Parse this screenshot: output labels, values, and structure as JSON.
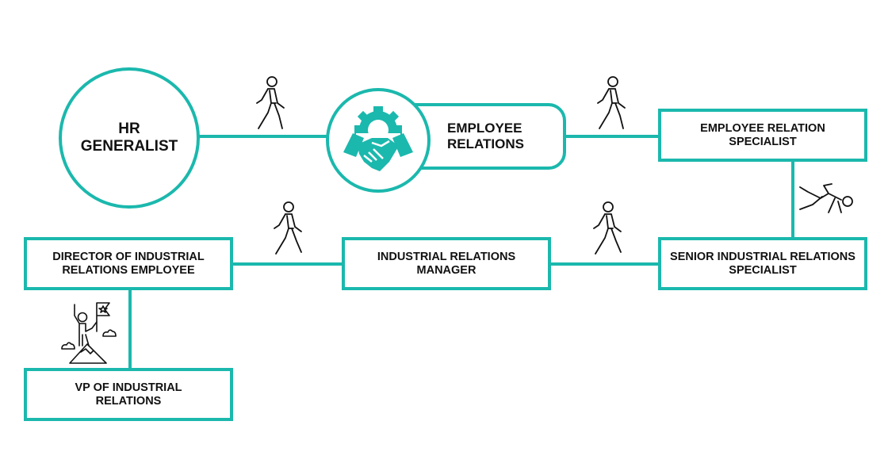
{
  "colors": {
    "accent": "#1bb8ad",
    "text": "#111111"
  },
  "nodes": {
    "hr_generalist": "HR\nGENERALIST",
    "employee_relations": "EMPLOYEE\nRELATIONS",
    "employee_relation_specialist": "EMPLOYEE RELATION\nSPECIALIST",
    "senior_ir_specialist": "SENIOR INDUSTRIAL RELATIONS\nSPECIALIST",
    "ir_manager": "INDUSTRIAL RELATIONS\nMANAGER",
    "director_ir": "DIRECTOR OF INDUSTRIAL\nRELATIONS EMPLOYEE",
    "vp_ir": "VP OF INDUSTRIAL\nRELATIONS"
  },
  "icons": [
    "handshake-gear-icon",
    "walking-person-icon",
    "falling-person-icon",
    "summit-flag-person-icon"
  ]
}
